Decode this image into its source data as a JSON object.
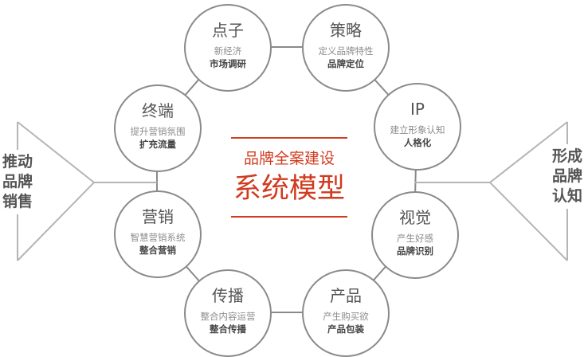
{
  "center": {
    "line1": "品牌全案建设",
    "line2": "系统模型"
  },
  "left_label": [
    "推动",
    "品牌",
    "销售"
  ],
  "right_label": [
    "形成",
    "品牌",
    "认知"
  ],
  "nodes": [
    {
      "title": "点子",
      "sub": "新经济",
      "bold": "市场调研"
    },
    {
      "title": "策略",
      "sub": "定义品牌特性",
      "bold": "品牌定位"
    },
    {
      "title": "IP",
      "sub": "建立形象认知",
      "bold": "人格化"
    },
    {
      "title": "视觉",
      "sub": "产生好感",
      "bold": "品牌识别"
    },
    {
      "title": "产品",
      "sub": "产生购买欲",
      "bold": "产品包装"
    },
    {
      "title": "传播",
      "sub": "整合内容运营",
      "bold": "整合传播"
    },
    {
      "title": "营销",
      "sub": "智慧营销系统",
      "bold": "整合营销"
    },
    {
      "title": "终端",
      "sub": "提升营销氛围",
      "bold": "扩充流量"
    }
  ],
  "colors": {
    "accent": "#d13b1f",
    "line": "#8a8a8a",
    "funnel": "#b5b5b5"
  }
}
